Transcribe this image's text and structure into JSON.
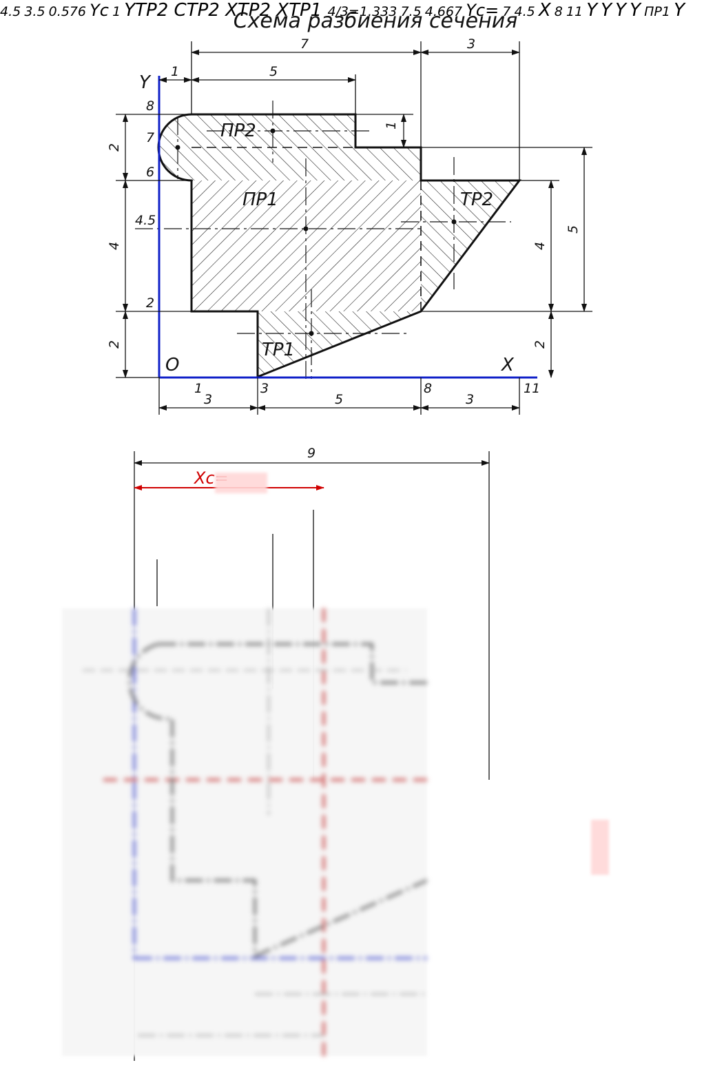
{
  "title": "Схема разбиения сечения",
  "top": {
    "axes": {
      "x": "X",
      "y": "Y",
      "origin": "O"
    },
    "regions": [
      "ПР1",
      "ПР2",
      "ТР1",
      "ТР2"
    ],
    "top_dims": [
      "7",
      "3",
      "1",
      "5"
    ],
    "right_dims": [
      "1",
      "5",
      "4",
      "2"
    ],
    "left_dims": [
      "2",
      "4",
      "2"
    ],
    "y_ticks": [
      "8",
      "7",
      "6",
      "4.5",
      "2"
    ],
    "x_ticks": [
      "1",
      "3",
      "8",
      "11"
    ],
    "bottom_dims": [
      "3",
      "5",
      "3"
    ]
  },
  "bottom": {
    "top_dims": [
      "9",
      "4.5",
      "3.5",
      "0.576"
    ],
    "xc_label": "Xc=",
    "yc_axis": "Yc",
    "yc_label": "Yc=",
    "small_dim": "1",
    "right_dims": [
      "4/3=1.333",
      "7.5",
      "4.667"
    ],
    "left_dims": [
      "7",
      "4.5"
    ],
    "labels": {
      "y_tp2": "Y",
      "y_tp2_sub": "TP2",
      "c_tp2": "C",
      "c_tp2_sub": "TP2",
      "x_tp2": "X",
      "x_tp2_sub": "TP2",
      "x_tp1": "X",
      "x_tp1_sub": "TP1",
      "x_axis": "X"
    },
    "x_ticks": [
      "8",
      "11"
    ],
    "partial_labels": [
      "Y",
      "Y",
      "Y",
      "Y",
      "ПР1",
      "Y"
    ]
  }
}
